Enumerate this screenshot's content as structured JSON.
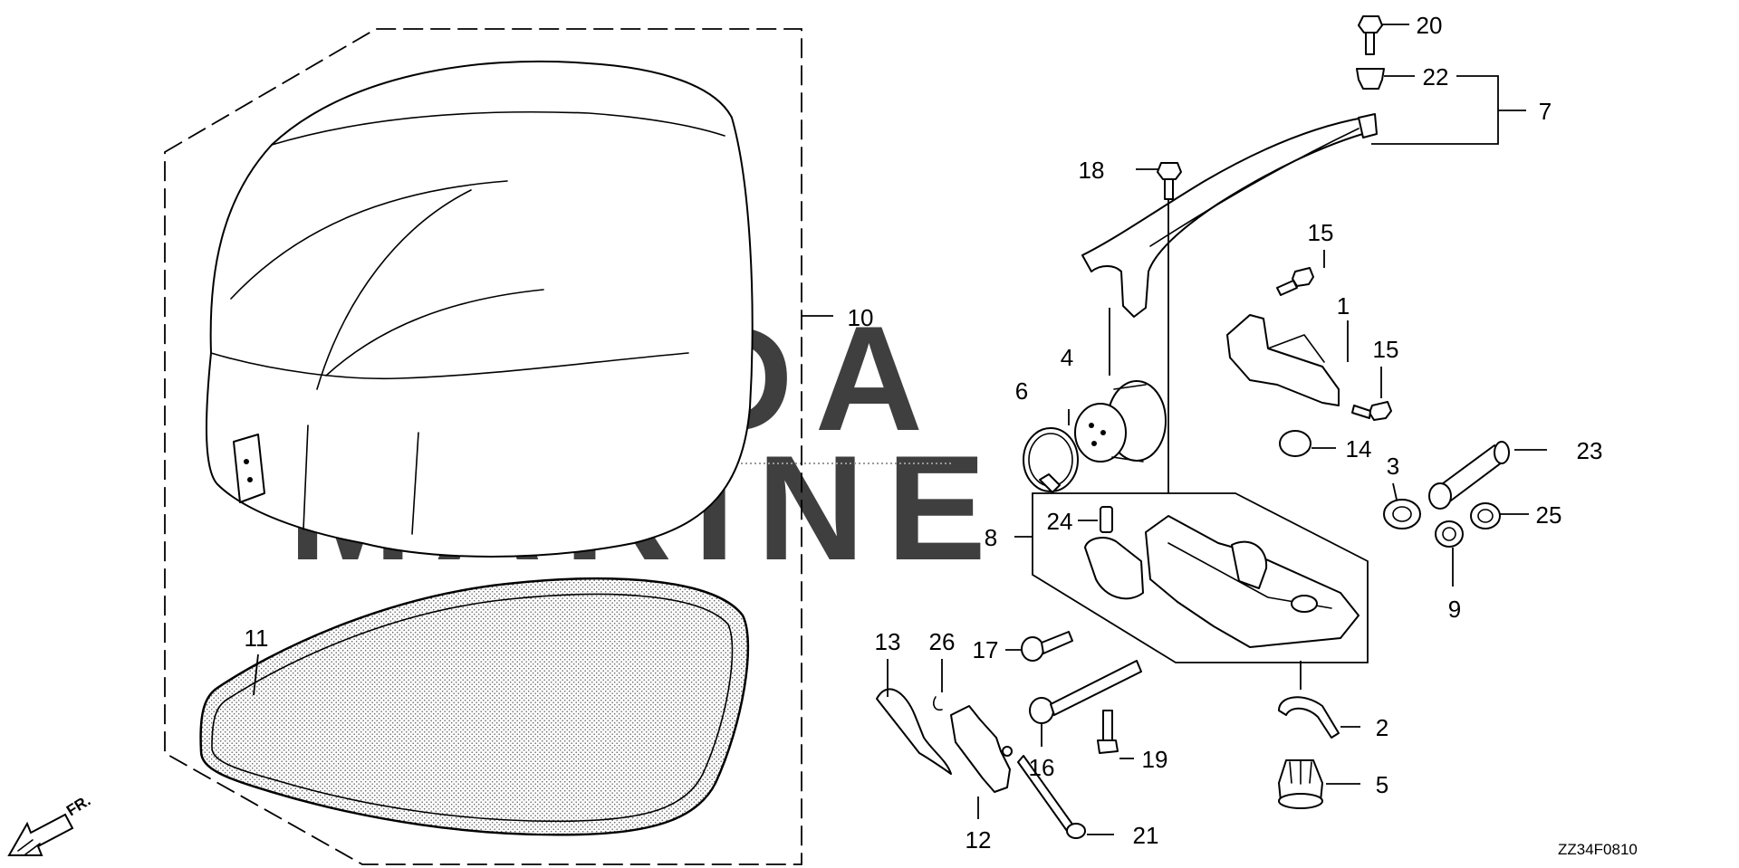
{
  "figure_code": "ZZ34F0810",
  "direction_label": "FR.",
  "watermark": [
    "HONDA",
    "MARINE"
  ],
  "callouts": [
    {
      "id": "c1",
      "label": "1"
    },
    {
      "id": "c2",
      "label": "2"
    },
    {
      "id": "c3",
      "label": "3"
    },
    {
      "id": "c4",
      "label": "4"
    },
    {
      "id": "c5",
      "label": "5"
    },
    {
      "id": "c6",
      "label": "6"
    },
    {
      "id": "c7",
      "label": "7"
    },
    {
      "id": "c8",
      "label": "8"
    },
    {
      "id": "c9",
      "label": "9"
    },
    {
      "id": "c10",
      "label": "10"
    },
    {
      "id": "c11",
      "label": "11"
    },
    {
      "id": "c12",
      "label": "12"
    },
    {
      "id": "c13",
      "label": "13"
    },
    {
      "id": "c14",
      "label": "14"
    },
    {
      "id": "c15a",
      "label": "15"
    },
    {
      "id": "c15b",
      "label": "15"
    },
    {
      "id": "c16",
      "label": "16"
    },
    {
      "id": "c17",
      "label": "17"
    },
    {
      "id": "c18",
      "label": "18"
    },
    {
      "id": "c19",
      "label": "19"
    },
    {
      "id": "c20",
      "label": "20"
    },
    {
      "id": "c21",
      "label": "21"
    },
    {
      "id": "c22",
      "label": "22"
    },
    {
      "id": "c23",
      "label": "23"
    },
    {
      "id": "c24",
      "label": "24"
    },
    {
      "id": "c25",
      "label": "25"
    },
    {
      "id": "c26",
      "label": "26"
    }
  ]
}
